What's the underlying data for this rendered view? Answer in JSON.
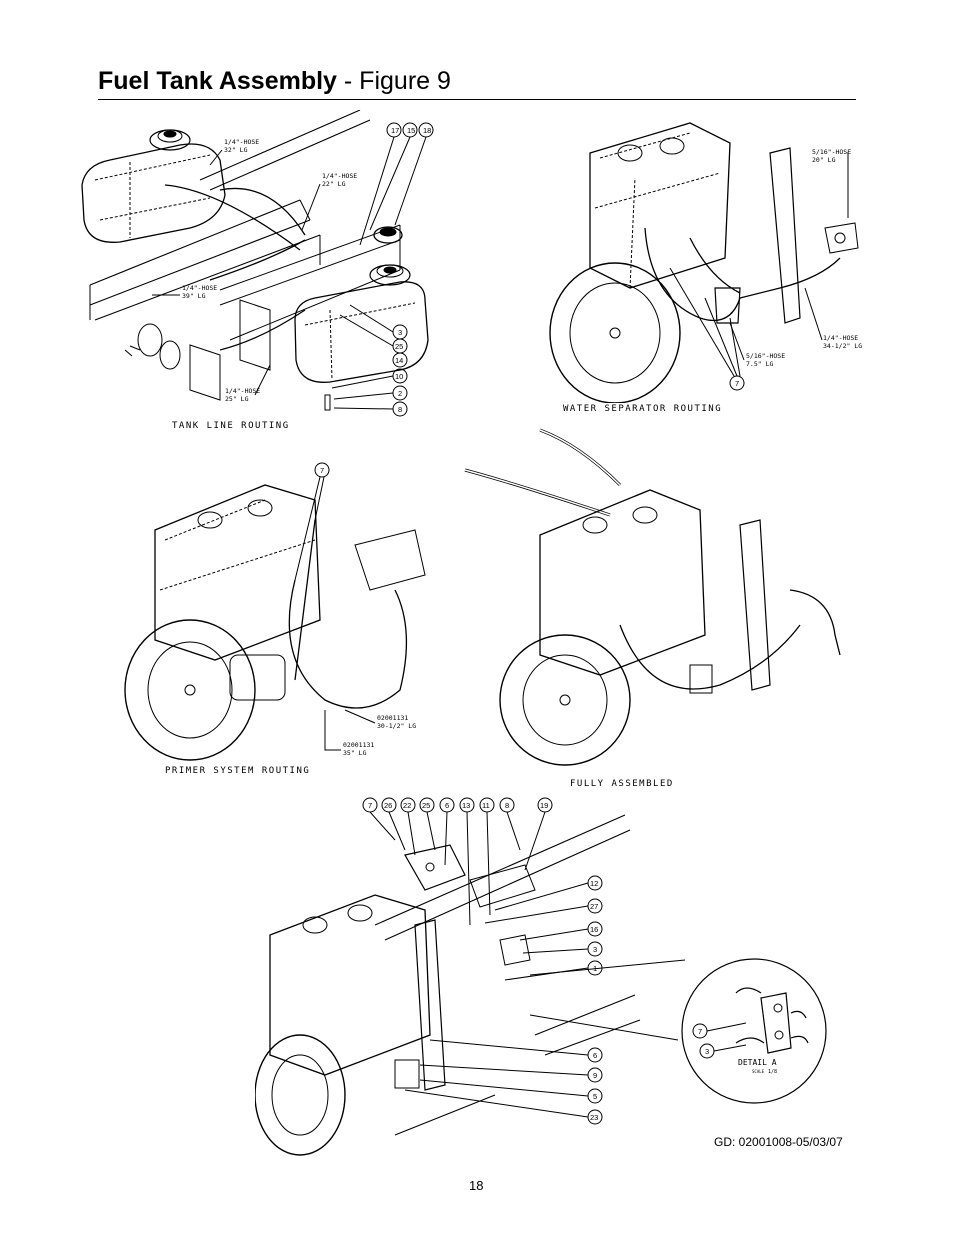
{
  "header": {
    "title_bold": "Fuel Tank Assembly",
    "title_rest": " - Figure 9"
  },
  "tank": {
    "caption": "TANK LINE ROUTING",
    "hose_a_1": "1/4\"-HOSE",
    "hose_a_2": "32\" LG",
    "hose_b_1": "1/4\"-HOSE",
    "hose_b_2": "22\" LG",
    "hose_c_1": "1/4\"-HOSE",
    "hose_c_2": "39\" LG",
    "hose_d_1": "1/4\"-HOSE",
    "hose_d_2": "25\" LG",
    "callouts": [
      "17",
      "15",
      "18",
      "3",
      "25",
      "14",
      "10",
      "2",
      "8"
    ]
  },
  "water": {
    "caption": "WATER SEPARATOR ROUTING",
    "hose_a_1": "5/16\"-HOSE",
    "hose_a_2": "20\" LG",
    "hose_b_1": "1/4\"-HOSE",
    "hose_b_2": "34-1/2\" LG",
    "hose_c_1": "5/16\"-HOSE",
    "hose_c_2": "7.5\" LG",
    "callouts": [
      "7"
    ]
  },
  "primer": {
    "caption": "PRIMER SYSTEM ROUTING",
    "hose_a_1": "02001131",
    "hose_a_2": "30-1/2\" LG",
    "hose_b_1": "02001131",
    "hose_b_2": "35\" LG",
    "callouts": [
      "7"
    ]
  },
  "assembled": {
    "caption": "FULLY ASSEMBLED"
  },
  "bottom": {
    "top_callouts": [
      "7",
      "26",
      "22",
      "25",
      "6",
      "13",
      "11",
      "8",
      "19"
    ],
    "right_callouts": [
      "12",
      "27",
      "16",
      "3",
      "1"
    ],
    "lower_callouts": [
      "6",
      "9",
      "5",
      "23"
    ],
    "detail_callouts": [
      "7",
      "3"
    ],
    "detail_label": "DETAIL A",
    "scale_label": "SCALE",
    "scale_value": "1/8"
  },
  "footer": {
    "doc_id": "GD: 02001008-05/03/07",
    "page_number": "18"
  }
}
